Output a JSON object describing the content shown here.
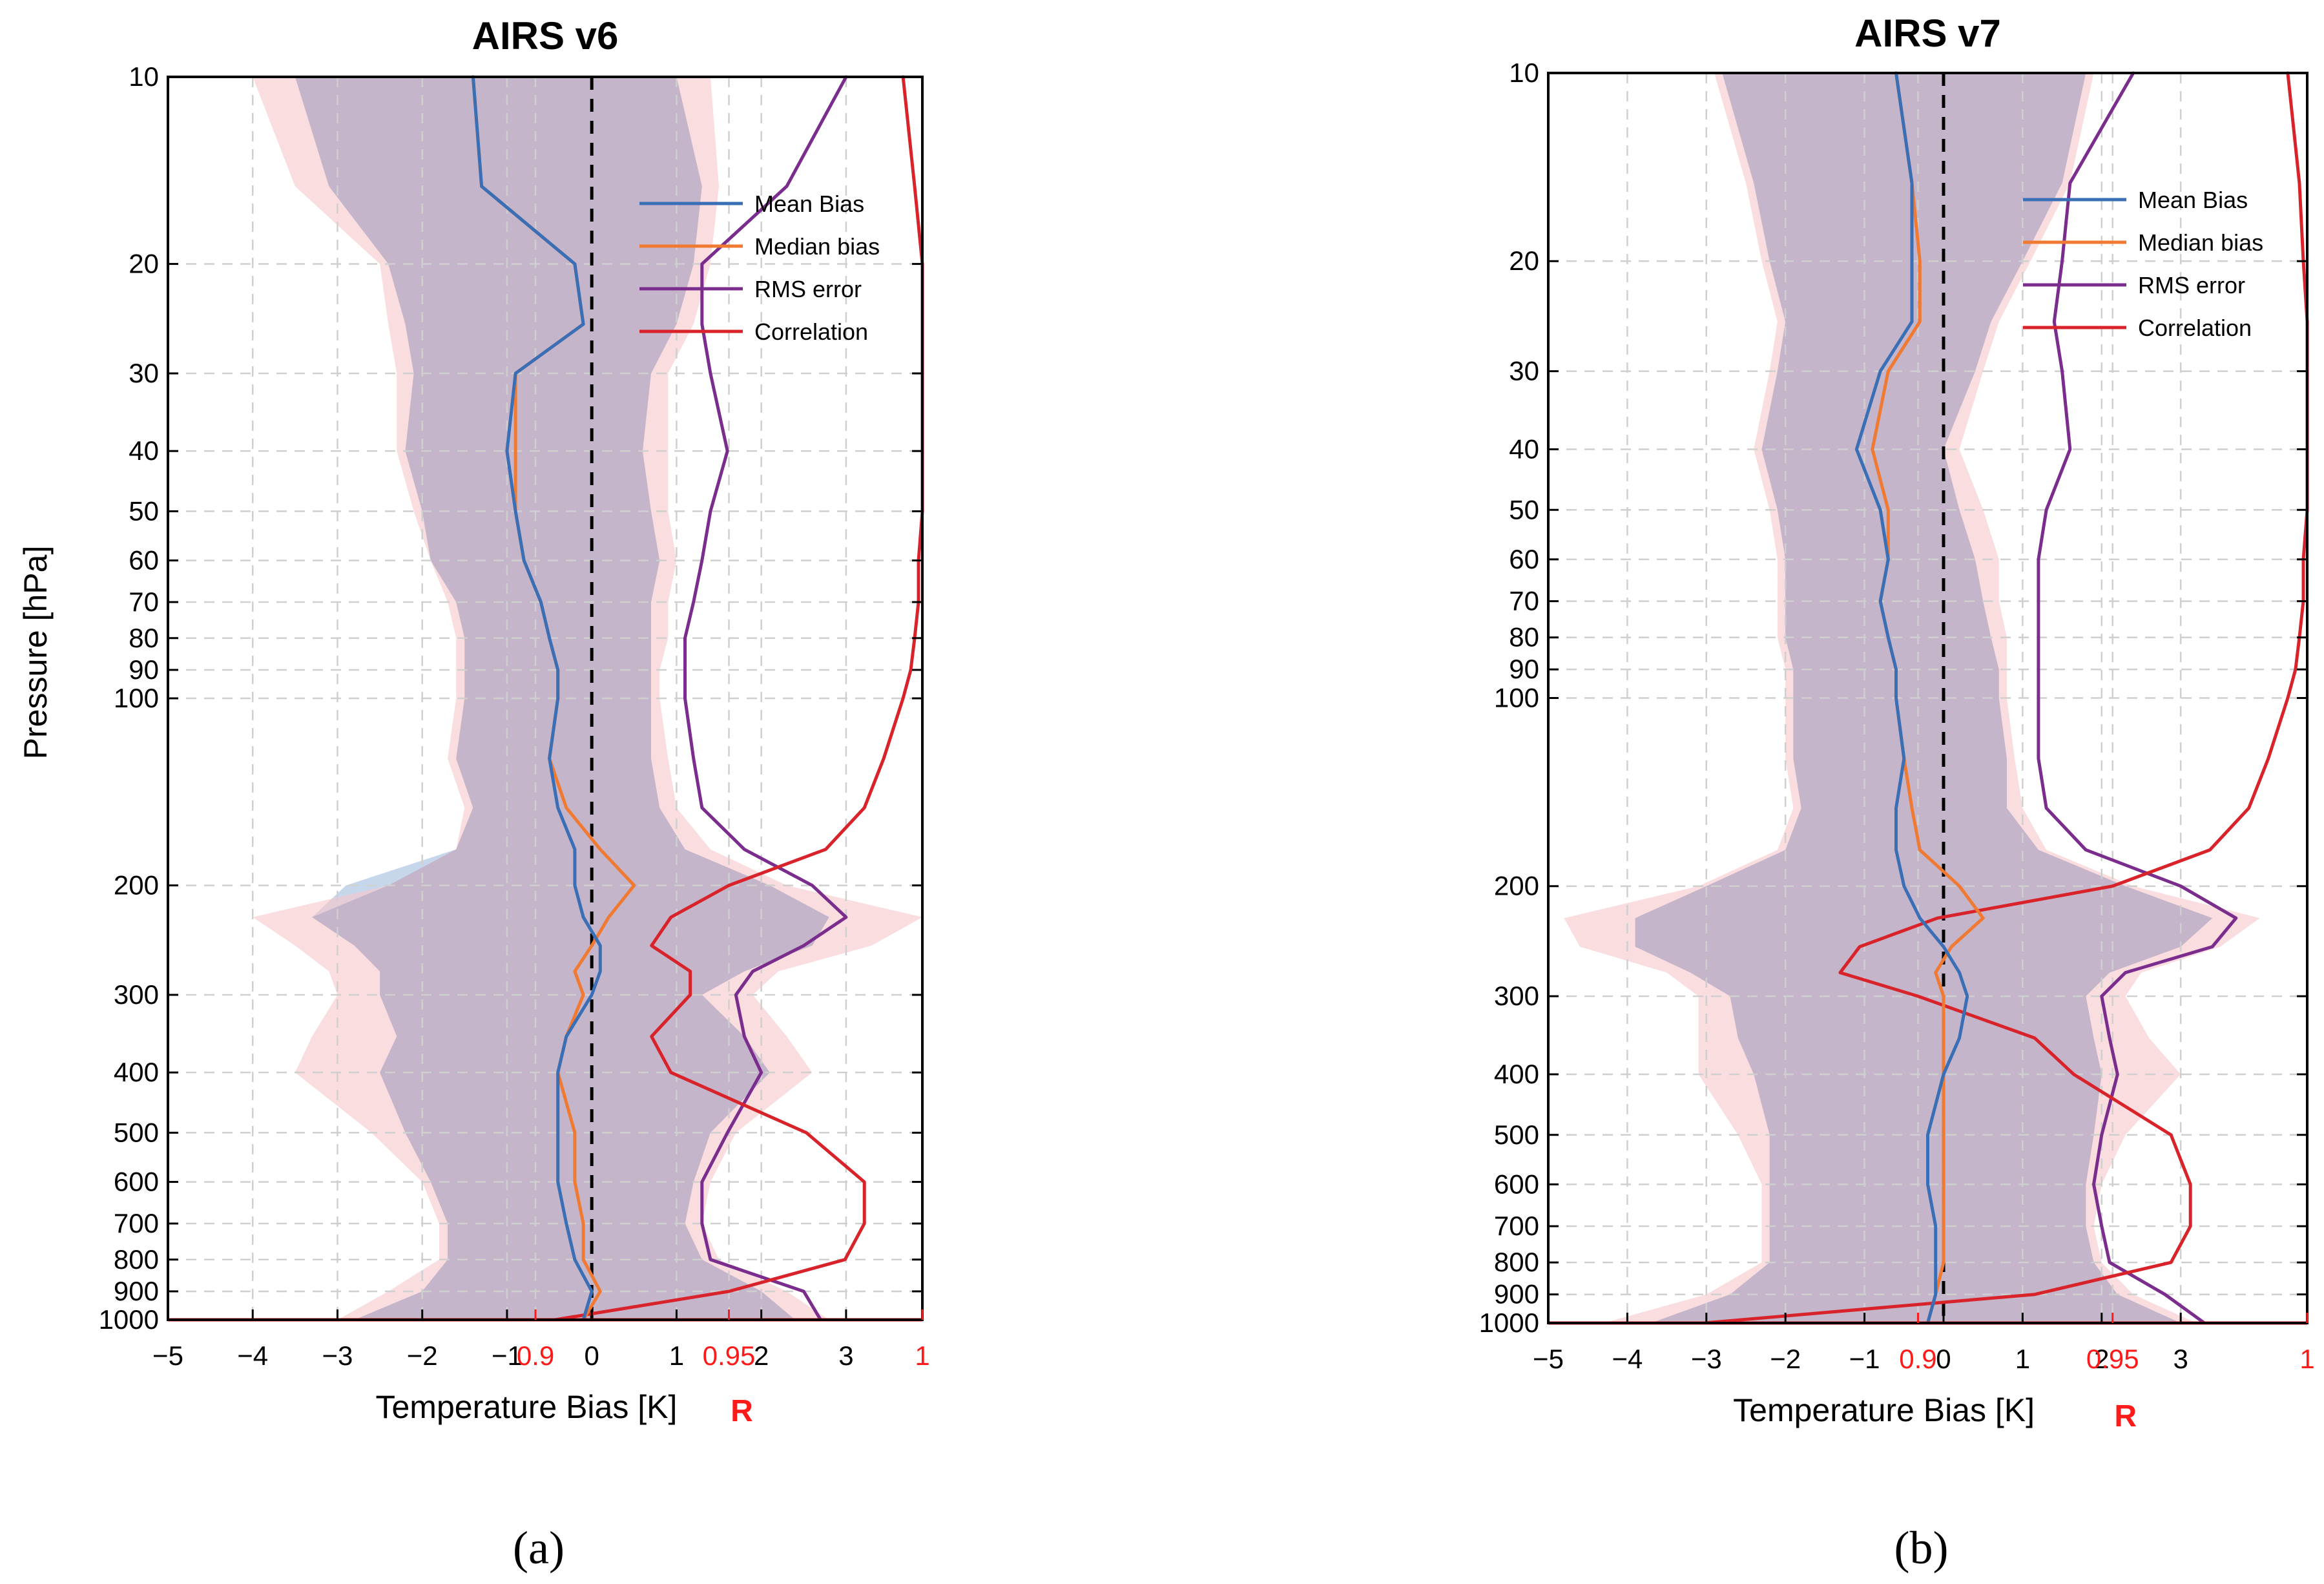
{
  "figure": {
    "ylabel": "Pressure [hPa]",
    "panel_labels": [
      "(a)",
      "(b)"
    ],
    "colors": {
      "mean_bias": "#3a6eb5",
      "median_bias": "#f07a32",
      "rms": "#7b2d8e",
      "correlation": "#d8232a",
      "band_mean": "#b9cde6",
      "band_median": "#f6c7c9",
      "band_overlap": "#c2b3c9",
      "r_axis": "#ff1a1a"
    }
  },
  "chart_data": [
    {
      "type": "line",
      "title": "AIRS v6",
      "xlabel": "Temperature Bias [K]",
      "r_label": "R",
      "xlim": [
        -5,
        3.9
      ],
      "xticks": [
        -5,
        -4,
        -3,
        -2,
        -1,
        0,
        1,
        2,
        3
      ],
      "xtick_labels": [
        "−5",
        "−4",
        "−3",
        "−2",
        "−1",
        "0",
        "1",
        "2",
        "3"
      ],
      "r_ticks": [
        0.9,
        0.95,
        1
      ],
      "r_tick_labels": [
        "0.9",
        "0.95",
        "1"
      ],
      "r_lim": [
        0.805,
        1
      ],
      "ylim": [
        10,
        1000
      ],
      "yscale": "log",
      "yreverse": true,
      "yticks": [
        10,
        20,
        30,
        40,
        50,
        60,
        70,
        80,
        90,
        100,
        200,
        300,
        400,
        500,
        600,
        700,
        800,
        900,
        1000
      ],
      "ytick_labels": [
        "10",
        "20",
        "30",
        "40",
        "50",
        "60",
        "70",
        "80",
        "90",
        "100",
        "200",
        "300",
        "400",
        "500",
        "600",
        "700",
        "800",
        "900",
        "1000"
      ],
      "grid": true,
      "zero_line": "dashed",
      "legend": "upper right",
      "legend_entries": [
        "Mean Bias",
        "Median bias",
        "RMS error",
        "Correlation"
      ],
      "pressure": [
        10,
        15,
        20,
        25,
        30,
        40,
        50,
        60,
        70,
        80,
        90,
        100,
        125,
        150,
        175,
        200,
        225,
        250,
        275,
        300,
        350,
        400,
        500,
        600,
        700,
        800,
        900,
        1000
      ],
      "series": [
        {
          "name": "Mean Bias",
          "axis": "temperature",
          "values": [
            -1.4,
            -1.3,
            -0.2,
            -0.1,
            -0.9,
            -1.0,
            -0.9,
            -0.8,
            -0.6,
            -0.5,
            -0.4,
            -0.4,
            -0.5,
            -0.4,
            -0.2,
            -0.2,
            -0.1,
            0.1,
            0.1,
            0.0,
            -0.3,
            -0.4,
            -0.4,
            -0.4,
            -0.3,
            -0.2,
            0.0,
            -0.1
          ]
        },
        {
          "name": "Median bias",
          "axis": "temperature",
          "values": [
            -1.4,
            -1.3,
            -0.2,
            -0.1,
            -0.9,
            -0.9,
            -0.9,
            -0.8,
            -0.6,
            -0.5,
            -0.4,
            -0.4,
            -0.5,
            -0.3,
            0.1,
            0.5,
            0.2,
            0.0,
            -0.2,
            -0.1,
            -0.3,
            -0.4,
            -0.2,
            -0.2,
            -0.1,
            -0.1,
            0.1,
            -0.1
          ]
        },
        {
          "name": "RMS error",
          "axis": "temperature",
          "values": [
            3.0,
            2.3,
            1.3,
            1.3,
            1.4,
            1.6,
            1.4,
            1.3,
            1.2,
            1.1,
            1.1,
            1.1,
            1.2,
            1.3,
            1.8,
            2.6,
            3.0,
            2.5,
            1.9,
            1.7,
            1.8,
            2.0,
            1.6,
            1.3,
            1.3,
            1.4,
            2.5,
            2.7
          ]
        },
        {
          "name": "Correlation",
          "axis": "R",
          "values": [
            0.995,
            0.998,
            1.0,
            1.0,
            1.0,
            1.0,
            1.0,
            0.999,
            0.999,
            0.998,
            0.997,
            0.995,
            0.99,
            0.985,
            0.975,
            0.95,
            0.935,
            0.93,
            0.94,
            0.94,
            0.93,
            0.935,
            0.97,
            0.985,
            0.985,
            0.98,
            0.95,
            0.905
          ]
        }
      ],
      "bands": [
        {
          "name": "Mean Bias spread",
          "color_key": "band_mean",
          "lower": [
            -3.5,
            -3.1,
            -2.4,
            -2.2,
            -2.1,
            -2.2,
            -2.0,
            -1.9,
            -1.6,
            -1.5,
            -1.5,
            -1.5,
            -1.6,
            -1.4,
            -1.6,
            -2.9,
            -3.3,
            -2.8,
            -2.5,
            -2.5,
            -2.3,
            -2.5,
            -2.2,
            -1.9,
            -1.7,
            -1.7,
            -2.0,
            -2.8
          ],
          "upper": [
            1.0,
            1.3,
            1.2,
            1.0,
            0.7,
            0.6,
            0.7,
            0.8,
            0.7,
            0.7,
            0.7,
            0.7,
            0.7,
            0.8,
            1.1,
            2.1,
            2.8,
            2.6,
            1.8,
            1.3,
            1.8,
            2.1,
            1.4,
            1.2,
            1.1,
            1.3,
            2.0,
            2.4
          ]
        },
        {
          "name": "Median bias spread",
          "color_key": "band_median",
          "lower": [
            -4.0,
            -3.5,
            -2.5,
            -2.4,
            -2.3,
            -2.3,
            -2.1,
            -1.9,
            -1.7,
            -1.6,
            -1.6,
            -1.6,
            -1.7,
            -1.5,
            -1.6,
            -2.4,
            -4.0,
            -3.5,
            -3.1,
            -3.0,
            -3.3,
            -3.5,
            -2.6,
            -2.0,
            -1.8,
            -1.8,
            -2.4,
            -3.0
          ],
          "upper": [
            1.4,
            1.5,
            1.4,
            1.2,
            0.9,
            0.9,
            0.9,
            1.0,
            0.9,
            0.9,
            0.8,
            0.8,
            0.9,
            1.0,
            1.4,
            2.3,
            3.9,
            3.3,
            2.2,
            1.9,
            2.3,
            2.6,
            1.7,
            1.4,
            1.3,
            1.5,
            2.3,
            2.8
          ]
        }
      ]
    },
    {
      "type": "line",
      "title": "AIRS v7",
      "xlabel": "Temperature Bias [K]",
      "r_label": "R",
      "xlim": [
        -5,
        4.6
      ],
      "xticks": [
        -5,
        -4,
        -3,
        -2,
        -1,
        0,
        1,
        2,
        3
      ],
      "xtick_labels": [
        "−5",
        "−4",
        "−3",
        "−2",
        "−1",
        "0",
        "1",
        "2",
        "3"
      ],
      "r_ticks": [
        0.9,
        0.95,
        1
      ],
      "r_tick_labels": [
        "0.9",
        "0.95",
        "1"
      ],
      "r_lim": [
        0.805,
        1
      ],
      "ylim": [
        10,
        1000
      ],
      "yscale": "log",
      "yreverse": true,
      "yticks": [
        10,
        20,
        30,
        40,
        50,
        60,
        70,
        80,
        90,
        100,
        200,
        300,
        400,
        500,
        600,
        700,
        800,
        900,
        1000
      ],
      "ytick_labels": [
        "10",
        "20",
        "30",
        "40",
        "50",
        "60",
        "70",
        "80",
        "90",
        "100",
        "200",
        "300",
        "400",
        "500",
        "600",
        "700",
        "800",
        "900",
        "1000"
      ],
      "grid": true,
      "zero_line": "dashed",
      "legend": "upper right",
      "legend_entries": [
        "Mean Bias",
        "Median bias",
        "RMS error",
        "Correlation"
      ],
      "pressure": [
        10,
        15,
        20,
        25,
        30,
        40,
        50,
        60,
        70,
        80,
        90,
        100,
        125,
        150,
        175,
        200,
        225,
        250,
        275,
        300,
        350,
        400,
        500,
        600,
        700,
        800,
        900,
        1000
      ],
      "series": [
        {
          "name": "Mean Bias",
          "axis": "temperature",
          "values": [
            -0.6,
            -0.4,
            -0.4,
            -0.4,
            -0.8,
            -1.1,
            -0.8,
            -0.7,
            -0.8,
            -0.7,
            -0.6,
            -0.6,
            -0.5,
            -0.6,
            -0.6,
            -0.5,
            -0.3,
            0.0,
            0.2,
            0.3,
            0.2,
            0.0,
            -0.2,
            -0.2,
            -0.1,
            -0.1,
            -0.1,
            -0.2
          ]
        },
        {
          "name": "Median bias",
          "axis": "temperature",
          "values": [
            -0.6,
            -0.4,
            -0.3,
            -0.3,
            -0.7,
            -0.9,
            -0.7,
            -0.7,
            -0.8,
            -0.7,
            -0.6,
            -0.6,
            -0.5,
            -0.4,
            -0.3,
            0.2,
            0.5,
            0.1,
            -0.1,
            0.0,
            0.0,
            0.0,
            0.0,
            0.0,
            0.0,
            0.0,
            -0.1,
            -0.2
          ]
        },
        {
          "name": "RMS error",
          "axis": "temperature",
          "values": [
            2.4,
            1.6,
            1.5,
            1.4,
            1.5,
            1.6,
            1.3,
            1.2,
            1.2,
            1.2,
            1.2,
            1.2,
            1.2,
            1.3,
            1.8,
            3.0,
            3.7,
            3.4,
            2.3,
            2.0,
            2.1,
            2.2,
            2.0,
            1.9,
            2.0,
            2.1,
            2.8,
            3.3
          ]
        },
        {
          "name": "Correlation",
          "axis": "R",
          "values": [
            0.995,
            0.998,
            0.999,
            1.0,
            1.0,
            1.0,
            1.0,
            0.999,
            0.999,
            0.998,
            0.997,
            0.995,
            0.99,
            0.985,
            0.975,
            0.95,
            0.905,
            0.885,
            0.88,
            0.9,
            0.93,
            0.94,
            0.965,
            0.97,
            0.97,
            0.965,
            0.93,
            0.845
          ]
        }
      ],
      "bands": [
        {
          "name": "Mean Bias spread",
          "color_key": "band_mean",
          "lower": [
            -2.8,
            -2.4,
            -2.2,
            -2.0,
            -2.1,
            -2.3,
            -2.1,
            -2.0,
            -2.0,
            -2.0,
            -1.9,
            -1.9,
            -1.9,
            -1.8,
            -2.0,
            -3.0,
            -3.9,
            -3.9,
            -3.2,
            -2.7,
            -2.6,
            -2.4,
            -2.2,
            -2.2,
            -2.2,
            -2.2,
            -2.7,
            -3.7
          ],
          "upper": [
            1.8,
            1.5,
            1.0,
            0.6,
            0.4,
            0.0,
            0.2,
            0.4,
            0.5,
            0.6,
            0.7,
            0.7,
            0.8,
            0.8,
            1.2,
            2.3,
            3.4,
            3.0,
            2.1,
            1.8,
            1.9,
            2.0,
            1.9,
            1.8,
            1.8,
            1.9,
            2.2,
            3.0
          ]
        },
        {
          "name": "Median bias spread",
          "color_key": "band_median",
          "lower": [
            -2.9,
            -2.5,
            -2.3,
            -2.1,
            -2.2,
            -2.4,
            -2.2,
            -2.1,
            -2.1,
            -2.1,
            -2.0,
            -2.0,
            -2.0,
            -1.9,
            -2.1,
            -3.1,
            -4.8,
            -4.6,
            -3.5,
            -3.1,
            -3.1,
            -3.1,
            -2.6,
            -2.3,
            -2.3,
            -2.3,
            -3.0,
            -4.3
          ],
          "upper": [
            1.9,
            1.6,
            1.1,
            0.7,
            0.5,
            0.2,
            0.5,
            0.7,
            0.7,
            0.8,
            0.8,
            0.8,
            0.9,
            1.0,
            1.3,
            2.4,
            4.0,
            3.5,
            2.5,
            2.3,
            2.6,
            3.0,
            2.3,
            2.0,
            1.9,
            2.0,
            2.4,
            3.2
          ]
        }
      ]
    }
  ]
}
